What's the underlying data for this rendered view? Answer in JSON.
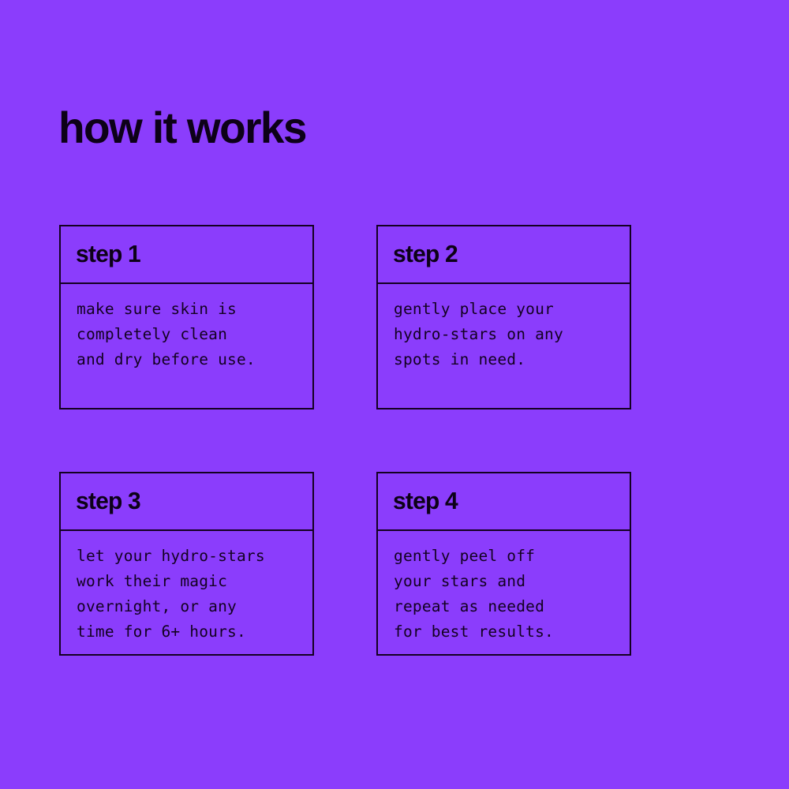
{
  "page": {
    "title": "how it works",
    "background_color": "#8b3dfc",
    "ink_color": "#0d0118",
    "border_color": "#140022"
  },
  "steps": [
    {
      "header": "step 1",
      "lines": [
        "make sure skin is",
        "completely clean",
        "and dry before use."
      ]
    },
    {
      "header": "step 2",
      "lines": [
        "gently place your",
        "hydro-stars on any",
        "spots in need."
      ]
    },
    {
      "header": "step 3",
      "lines": [
        "let your hydro-stars",
        "work their magic",
        "overnight, or any",
        "time for 6+ hours."
      ]
    },
    {
      "header": "step 4",
      "lines": [
        "gently peel off",
        "your stars and",
        "repeat as needed",
        "for best results."
      ]
    }
  ]
}
